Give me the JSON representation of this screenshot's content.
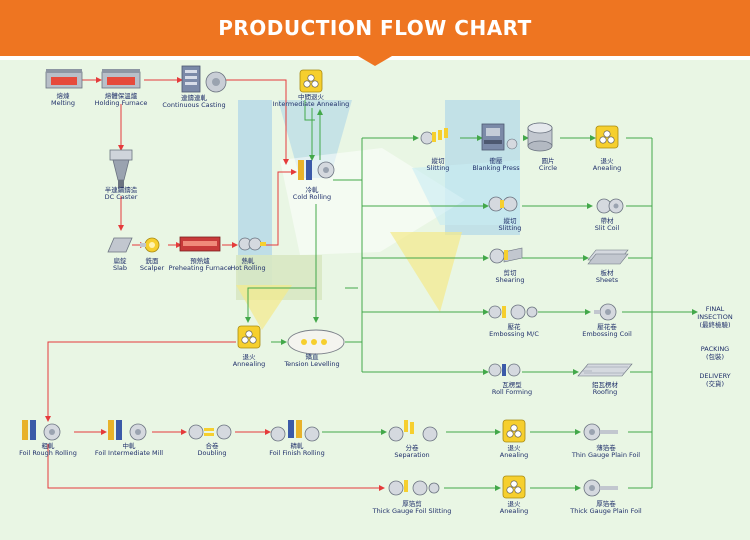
{
  "header": {
    "title": "PRODUCTION FLOW CHART"
  },
  "colors": {
    "banner": "#ee7521",
    "panel": "#e9f6e4",
    "green_line": "#43a84a",
    "red_line": "#e53b3b",
    "label": "#1f2f6a",
    "accent_yellow": "#f6cf2e",
    "blue_block": "#b9d6ec"
  },
  "nodes": {
    "melting": {
      "zh": "熔煉",
      "en": "Melting",
      "icon": "furnace-icon"
    },
    "holding": {
      "zh": "熔體保溫爐",
      "en": "Holding Furnace",
      "icon": "furnace-icon"
    },
    "cc": {
      "zh": "連鑄連軋",
      "en": "Continuous Casting",
      "icon": "continuous-caster-icon"
    },
    "ia": {
      "zh": "中間退火",
      "en": "Intermediate Annealing",
      "icon": "annealing-furnace-icon"
    },
    "dc": {
      "zh": "半連續鑄造",
      "en": "DC Caster",
      "icon": "dc-caster-icon"
    },
    "cold": {
      "zh": "冷軋",
      "en": "Cold Rolling",
      "icon": "rolling-mill-icon"
    },
    "slab": {
      "zh": "扁錠",
      "en": "Slab",
      "icon": "slab-icon"
    },
    "scalper": {
      "zh": "銑面",
      "en": "Scalper",
      "icon": "scalper-icon"
    },
    "preheat": {
      "zh": "預熱爐",
      "en": "Preheating Furnace",
      "icon": "preheat-furnace-icon"
    },
    "hot": {
      "zh": "熱軋",
      "en": "Hot Rolling",
      "icon": "rolling-mill-icon"
    },
    "slit1": {
      "zh": "縱切",
      "en": "Slitting",
      "icon": "slitter-icon"
    },
    "blank": {
      "zh": "衝壓",
      "en": "Blanking Press",
      "icon": "press-icon"
    },
    "circle": {
      "zh": "圓片",
      "en": "Circle",
      "icon": "circle-stack-icon"
    },
    "anneal1": {
      "zh": "退火",
      "en": "Anealing",
      "icon": "annealing-furnace-icon"
    },
    "slit2": {
      "zh": "縱切",
      "en": "Slitting",
      "icon": "slitter-icon"
    },
    "slitcoil": {
      "zh": "帶材",
      "en": "Slit Coil",
      "icon": "coil-icon"
    },
    "shear": {
      "zh": "剪切",
      "en": "Shearing",
      "icon": "shear-icon"
    },
    "sheets": {
      "zh": "板材",
      "en": "Sheets",
      "icon": "sheets-icon"
    },
    "emb": {
      "zh": "壓花",
      "en": "Embossing M/C",
      "icon": "embossing-icon"
    },
    "embcoil": {
      "zh": "壓花卷",
      "en": "Embossing Coil",
      "icon": "coil-icon"
    },
    "anneal2": {
      "zh": "退火",
      "en": "Annealing",
      "icon": "annealing-furnace-icon"
    },
    "tension": {
      "zh": "矯直",
      "en": "Tension Levelling",
      "icon": "leveller-icon"
    },
    "rollform": {
      "zh": "瓦楞型",
      "en": "Roll Forming",
      "icon": "roll-former-icon"
    },
    "roofing": {
      "zh": "鋁瓦楞材",
      "en": "Roofing",
      "icon": "corrugated-sheet-icon"
    },
    "frough": {
      "zh": "粗軋",
      "en": "Foil Rough Rolling",
      "icon": "rolling-mill-icon"
    },
    "finter": {
      "zh": "中軋",
      "en": "Foil Intermediate Mill",
      "icon": "rolling-mill-icon"
    },
    "double": {
      "zh": "合卷",
      "en": "Doubling",
      "icon": "doubling-icon"
    },
    "ffinish": {
      "zh": "精軋",
      "en": "Foil Finish Rolling",
      "icon": "rolling-mill-icon"
    },
    "separ": {
      "zh": "分卷",
      "en": "Separation",
      "icon": "separator-icon"
    },
    "anneal3": {
      "zh": "退火",
      "en": "Anealing",
      "icon": "annealing-furnace-icon"
    },
    "thinfoil": {
      "zh": "薄箔卷",
      "en": "Thin Gauge Plain Foil",
      "icon": "coil-icon"
    },
    "thickslit": {
      "zh": "厚箔剪",
      "en": "Thick Gauge Foil Slitting",
      "icon": "separator-icon"
    },
    "anneal4": {
      "zh": "退火",
      "en": "Anealing",
      "icon": "annealing-furnace-icon"
    },
    "thickfoil": {
      "zh": "厚箔卷",
      "en": "Thick Gauge Plain Foil",
      "icon": "coil-icon"
    }
  },
  "outputs": {
    "final": {
      "en": "FINAL",
      "en2": "INSECTION",
      "zh": "(最終檢驗)"
    },
    "packing": {
      "en": "PACKING",
      "zh": "(包裝)"
    },
    "delivery": {
      "en": "DELIVERY",
      "zh": "(交貨)"
    }
  }
}
